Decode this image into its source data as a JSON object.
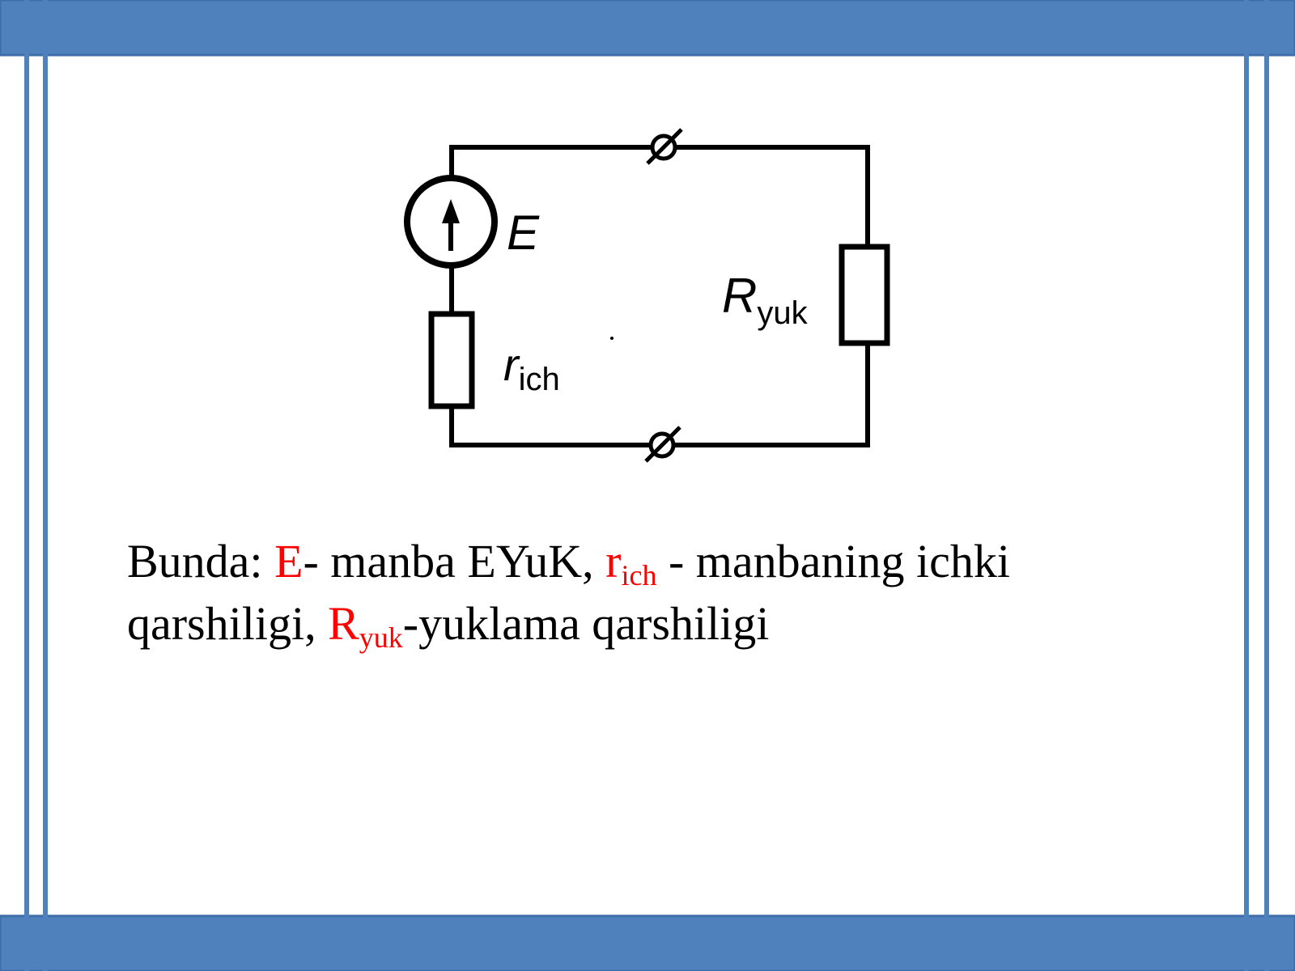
{
  "colors": {
    "frame_blue": "#4f81bd",
    "frame_border": "#3f6fa8",
    "accent_red": "#ff0000",
    "ink": "#000000"
  },
  "diagram": {
    "source_label": "E",
    "internal_resistor_label_main": "r",
    "internal_resistor_label_sub": "ich",
    "load_resistor_label_main": "R",
    "load_resistor_label_sub": "yuk"
  },
  "caption": {
    "line1_prefix": "Bunda: ",
    "e_symbol": "E",
    "e_desc": "- manba EYuK, ",
    "r_symbol": "r",
    "r_sub": "ich",
    "r_desc": " - manbaning ichki qarshiligi, ",
    "R_symbol": "R",
    "R_sub": "yuk",
    "R_desc": "-yuklama qarshiligi"
  }
}
